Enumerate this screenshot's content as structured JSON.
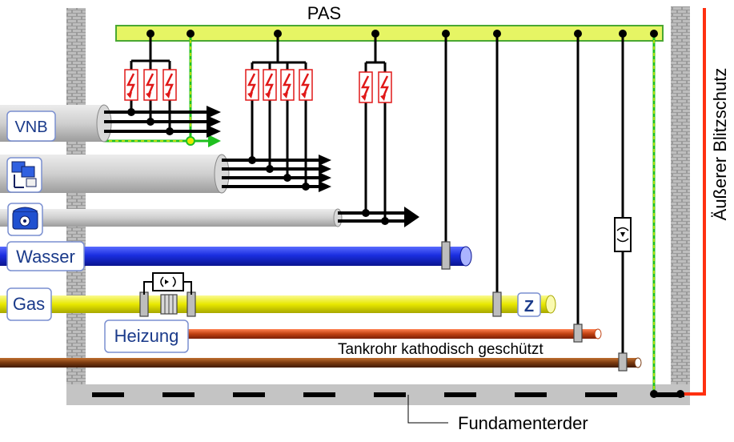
{
  "labels": {
    "pas": "PAS",
    "lightning": "Äußerer Blitzschutz",
    "foundation": "Fundamenterder",
    "tank": "Tankrohr kathodisch geschützt",
    "vnb": "VNB",
    "wasser": "Wasser",
    "gas": "Gas",
    "heizung": "Heizung",
    "meter": "Z"
  },
  "icons": {
    "computer": "computer-network-icon",
    "telephone": "telephone-icon",
    "surge": "surge-protector-icon",
    "spark_gap": "isolating-spark-gap-icon"
  },
  "colors": {
    "pas_bar": "#e6f564",
    "pas_border": "#4aa832",
    "wall": "#a0a0a0",
    "water": "#1a2ee0",
    "gas": "#e8e800",
    "heating": "#c04010",
    "tank": "#7a3a10",
    "lightning": "#ff3010",
    "pipe_gray": "#c8c8c8",
    "label_text": "#1a3a8a"
  }
}
